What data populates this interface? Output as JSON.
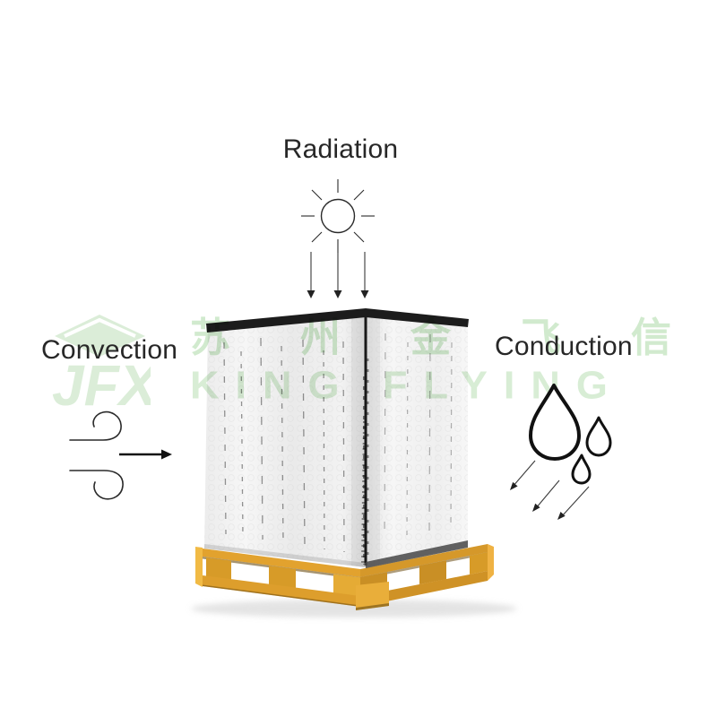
{
  "diagram": {
    "subject": "insulated-pallet-cover-on-wooden-pallet",
    "sections": {
      "radiation": {
        "label": "Radiation",
        "icon": "sun-icon",
        "arrow_count": 3,
        "arrow_direction": "down"
      },
      "convection": {
        "label": "Convection",
        "icon": "wind-swirls-icon",
        "arrow_count": 1,
        "arrow_direction": "right"
      },
      "conduction": {
        "label": "Conduction",
        "icon": "water-drops-icon",
        "drop_count": 3,
        "arrow_count": 3,
        "arrow_direction": "down-left"
      }
    }
  },
  "watermark": {
    "logo_text": "JFX",
    "cn_text": "苏州金飞信",
    "en_text": "KING FLYING"
  },
  "colors": {
    "background": "#ffffff",
    "label_text": "#272727",
    "line_art": "#1f1f1f",
    "watermark_green": "#d6ecd3",
    "cover_foil_light": "#f4f4f4",
    "cover_foil_mid": "#e7e7e7",
    "cover_trim_black": "#1c1c1c",
    "pallet_wood_orange": "#e2a22e",
    "pallet_wood_dark": "#6b4d12"
  }
}
